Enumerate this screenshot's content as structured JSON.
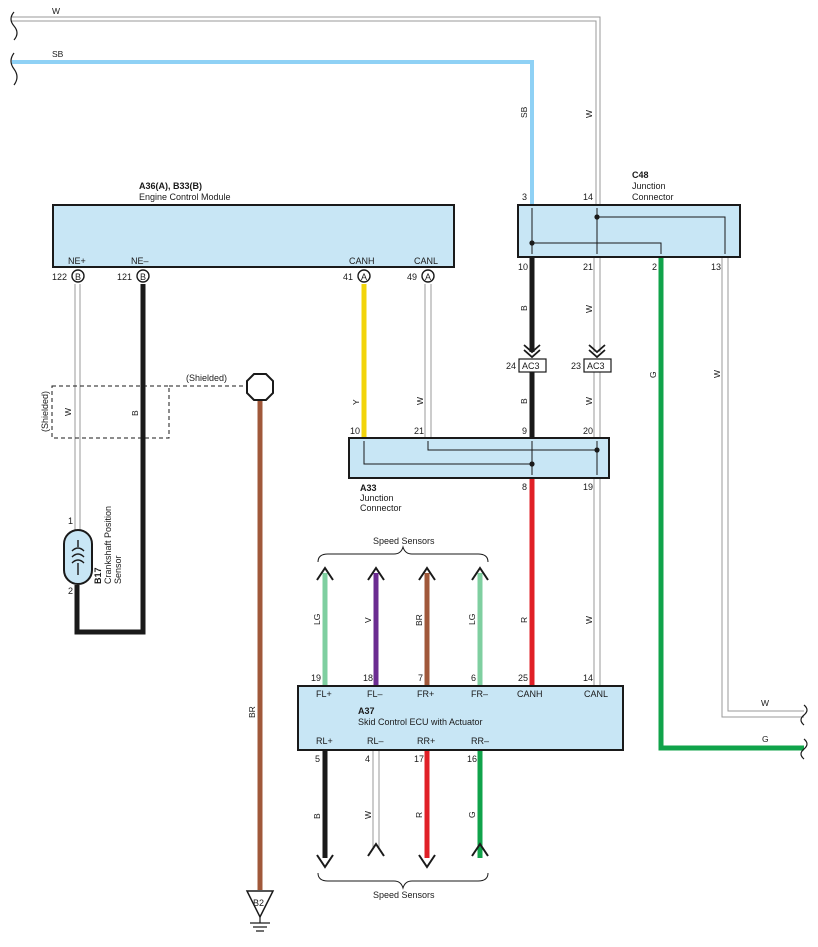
{
  "colors": {
    "W": "#ffffff",
    "SB": "#8fd1f5",
    "B": "#1a1a1a",
    "Y": "#f2d40a",
    "G": "#10a34a",
    "R": "#e02027",
    "BR": "#a0583a",
    "LG": "#7fcfa0",
    "V": "#6b2c91",
    "box_fill": "#c8e6f5"
  },
  "wire_codes": {
    "top_w": "W",
    "top_sb": "SB",
    "c48_sb": "SB",
    "c48_w": "W",
    "ecm_w": "W",
    "ecm_b": "B",
    "shield_w": "W",
    "shield_b": "B",
    "canh_y": "Y",
    "canl_w": "W",
    "c48_b": "B",
    "c48_w2": "W",
    "c48_g": "G",
    "c48_w3": "W",
    "ac3_b": "B",
    "ac3_w": "W",
    "fl_plus": "LG",
    "fl_minus": "V",
    "fr_plus": "BR",
    "fr_minus": "LG",
    "a33_r": "R",
    "a33_w": "W",
    "gnd_br": "BR",
    "rl_plus": "B",
    "rl_minus": "W",
    "rr_plus": "R",
    "rr_minus": "G",
    "out_w": "W",
    "out_g": "G"
  },
  "ecm": {
    "code": "A36(A), B33(B)",
    "name": "Engine Control Module",
    "pins": {
      "ne_plus": "NE+",
      "ne_minus": "NE–",
      "canh": "CANH",
      "canl": "CANL"
    },
    "pin_numbers": {
      "ne_plus": "122",
      "ne_minus": "121",
      "canh": "41",
      "canl": "49"
    },
    "connector_letters": {
      "ne_plus": "B",
      "ne_minus": "B",
      "canh": "A",
      "canl": "A"
    }
  },
  "c48": {
    "code": "C48",
    "name_line1": "Junction",
    "name_line2": "Connector",
    "pins": {
      "top1": "3",
      "top2": "14",
      "bot1": "10",
      "bot2": "21",
      "bot3": "2",
      "bot4": "13"
    }
  },
  "a33": {
    "code": "A33",
    "name_line1": "Junction",
    "name_line2": "Connector",
    "pins": {
      "top1": "10",
      "top2": "21",
      "top3": "9",
      "top4": "20",
      "bot1": "8",
      "bot2": "19"
    }
  },
  "ac3": {
    "label": "AC3",
    "pin1": "24",
    "pin2": "23"
  },
  "a37": {
    "code": "A37",
    "name": "Skid Control ECU with Actuator",
    "top_pins": [
      "FL+",
      "FL–",
      "FR+",
      "FR–",
      "CANH",
      "CANL"
    ],
    "top_numbers": [
      "19",
      "18",
      "7",
      "6",
      "25",
      "14"
    ],
    "bottom_pins": [
      "RL+",
      "RL–",
      "RR+",
      "RR–"
    ],
    "bottom_numbers": [
      "5",
      "4",
      "17",
      "16"
    ]
  },
  "b17": {
    "code": "B17",
    "name_line1": "Crankshaft Position",
    "name_line2": "Sensor",
    "pin1": "1",
    "pin2": "2"
  },
  "shield": {
    "label_top": "(Shielded)",
    "label_side": "(Shielded)"
  },
  "ground": {
    "label": "B2"
  },
  "speed_sensors": {
    "top_label": "Speed Sensors",
    "bottom_label": "Speed Sensors"
  }
}
